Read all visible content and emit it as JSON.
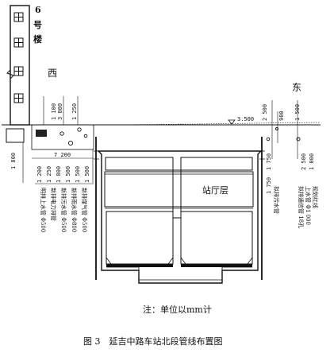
{
  "building_label": [
    "6",
    "号",
    "楼"
  ],
  "west_label": "西",
  "east_label": "东",
  "elevation_mark": "3.500",
  "station_hall_label": "站厅层",
  "note": "注：单位以mm计",
  "caption": "图 3　延吉中路车站北段管线布置图",
  "dims_top_left": [
    "1 100",
    "3 000",
    "1 250"
  ],
  "dim_7200": "7 200",
  "dims_left_vertical": [
    "1 800",
    "1 200",
    "1 250",
    "1 800",
    "1 500",
    "1 500",
    "1 500"
  ],
  "dims_right_top": [
    "2 500",
    "900",
    "1 500"
  ],
  "dims_right_lower": [
    "1 750",
    "1 750",
    "2 500",
    "1 000"
  ],
  "pipes_left": [
    "明排上水管 Φ500",
    "新排电力排管",
    "新排污水管 Φ500",
    "新排雨水管 Φ800",
    "新排煤气管 Φ500"
  ],
  "pipe_right_1": "拟排污水管",
  "pipe_right_2": "拟排通信管 18孔",
  "pipe_right_3": "上水管 Φ1 000",
  "pipe_right_4": "规划红线"
}
